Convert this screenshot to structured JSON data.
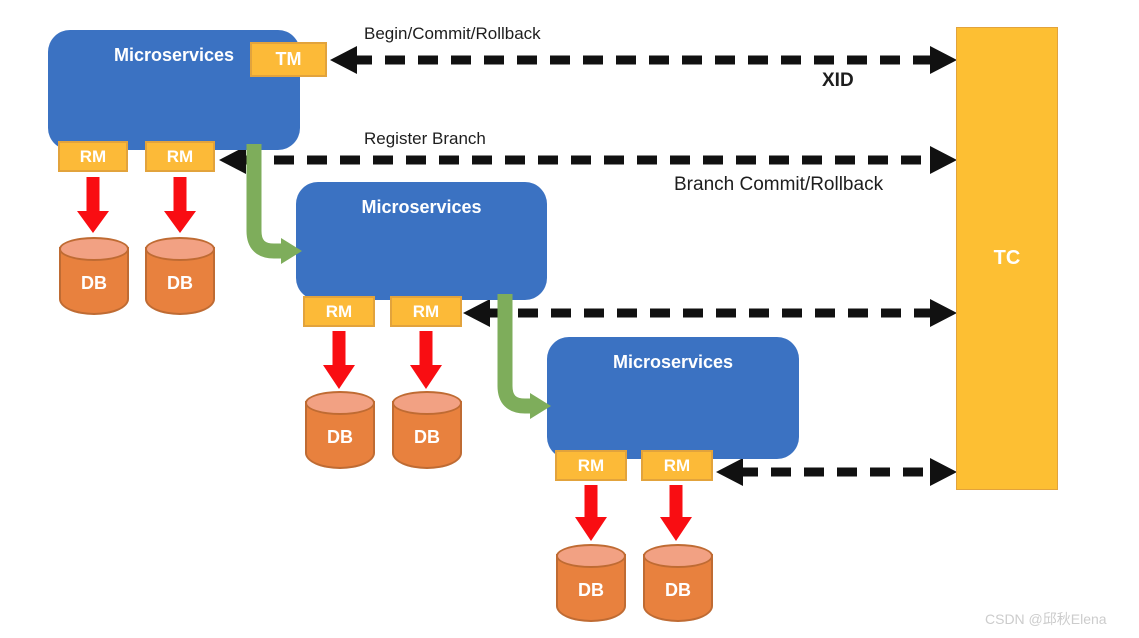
{
  "diagram": {
    "tc": {
      "label": "TC"
    },
    "labels": {
      "begin_commit_rollback": "Begin/Commit/Rollback",
      "xid": "XID",
      "register_branch": "Register Branch",
      "branch_commit_rollback": "Branch Commit/Rollback"
    },
    "microservices": [
      {
        "label": "Microservices",
        "tm_label": "TM",
        "rm_labels": [
          "RM",
          "RM"
        ],
        "db_labels": [
          "DB",
          "DB"
        ]
      },
      {
        "label": "Microservices",
        "rm_labels": [
          "RM",
          "RM"
        ],
        "db_labels": [
          "DB",
          "DB"
        ]
      },
      {
        "label": "Microservices",
        "rm_labels": [
          "RM",
          "RM"
        ],
        "db_labels": [
          "DB",
          "DB"
        ]
      }
    ],
    "colors": {
      "microservice_blue": "#3B72C2",
      "badge_yellow": "#FCBA38",
      "tc_orange": "#FDBF33",
      "db_body_orange": "#E8813E",
      "db_top_salmon": "#F2A183",
      "green_arrow": "#7EAD5B",
      "red_arrow": "#F90D12",
      "dashed_arrow_black": "#111111"
    }
  },
  "watermark": {
    "text": "CSDN @邱秋Elena"
  }
}
